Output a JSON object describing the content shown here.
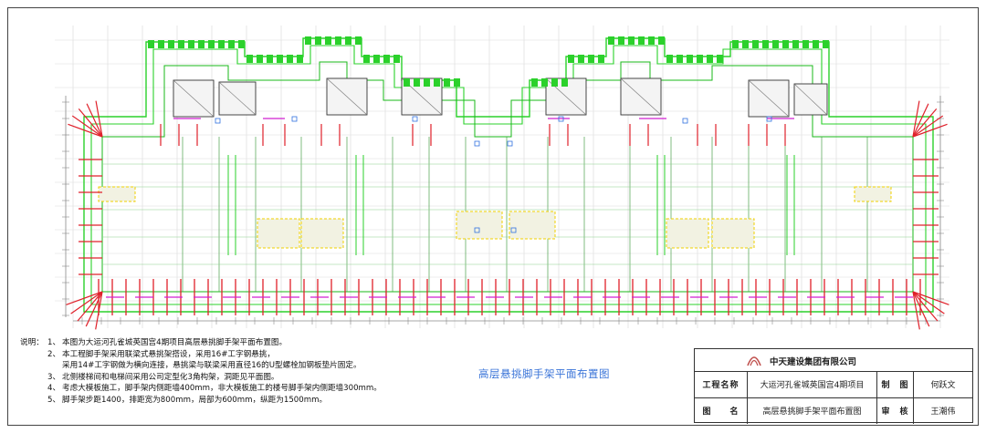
{
  "plan": {
    "colors": {
      "outline": "#2bd12b",
      "frame": "#18b818",
      "red": "#e0202a",
      "grey": "#8a8a8a",
      "blue": "#3070e0",
      "magenta": "#d020d0",
      "yellow": "#f0d000"
    }
  },
  "notes": {
    "header": "说明：",
    "items": [
      {
        "num": "1、",
        "text": "本图为大运河孔雀城英国宫4期项目高层悬挑脚手架平面布置图。"
      },
      {
        "num": "2、",
        "text": "本工程脚手架采用联梁式悬挑架搭设，采用16#工字钢悬挑，"
      },
      {
        "num": "",
        "text": "采用14#工字钢做为横向连接，悬挑梁与联梁采用直径16的U型螺栓加钢板垫片固定。"
      },
      {
        "num": "3、",
        "text": "北侧楼梯间和电梯间采用公司定型化3角构架，洞距见平面图。"
      },
      {
        "num": "4、",
        "text": "考虑大模板施工，脚手架内侧距墙400mm，非大模板施工的楼号脚手架内侧距墙300mm。"
      },
      {
        "num": "5、",
        "text": "脚手架步距1400，排距宽为800mm，局部为600mm，纵距为1500mm。"
      }
    ]
  },
  "drawing_title": "高层悬挑脚手架平面布置图",
  "title_block": {
    "company": "中天建设集团有限公司",
    "rows": [
      {
        "label": "工程名称",
        "value": "大运河孔雀城英国宫4期项目",
        "role": "制　图",
        "person": "何跃文"
      },
      {
        "label": "图　　名",
        "value": "高层悬挑脚手架平面布置图",
        "role": "审　核",
        "person": "王潮伟"
      }
    ]
  }
}
